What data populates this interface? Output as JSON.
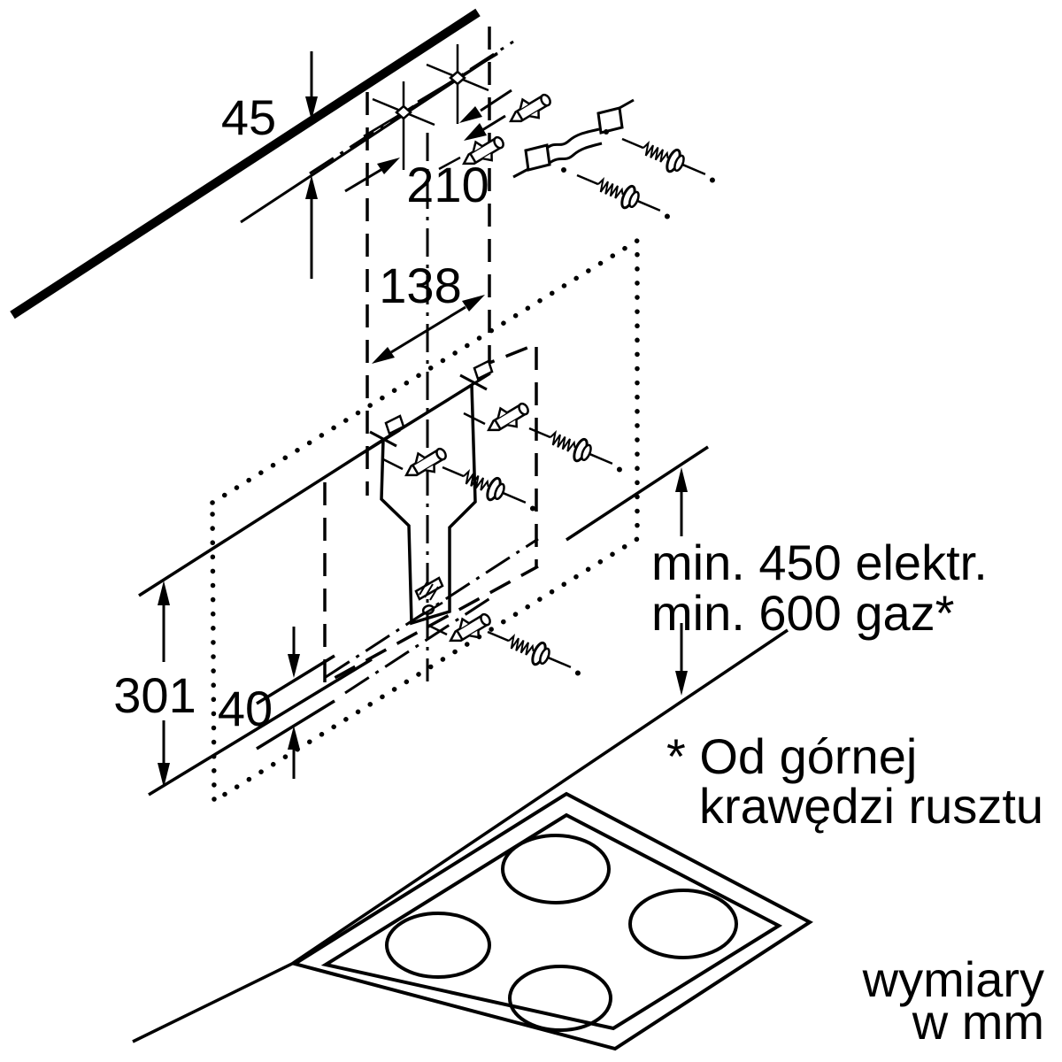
{
  "diagram": {
    "colors": {
      "ink": "#000000",
      "background": "#ffffff"
    },
    "dimension_labels": {
      "ceiling_offset": "45",
      "top_hole_spacing": "210",
      "bracket_hole_spacing": "138",
      "bracket_height": "301",
      "bracket_offset": "40"
    },
    "clearance_note": {
      "line1": "min. 450 elektr.",
      "line2": "min. 600 gaz*"
    },
    "footnote": {
      "line1": "* Od górnej",
      "line2": "krawędzi rusztu"
    },
    "units_note": {
      "line1": "wymiary",
      "line2": "w mm"
    }
  }
}
